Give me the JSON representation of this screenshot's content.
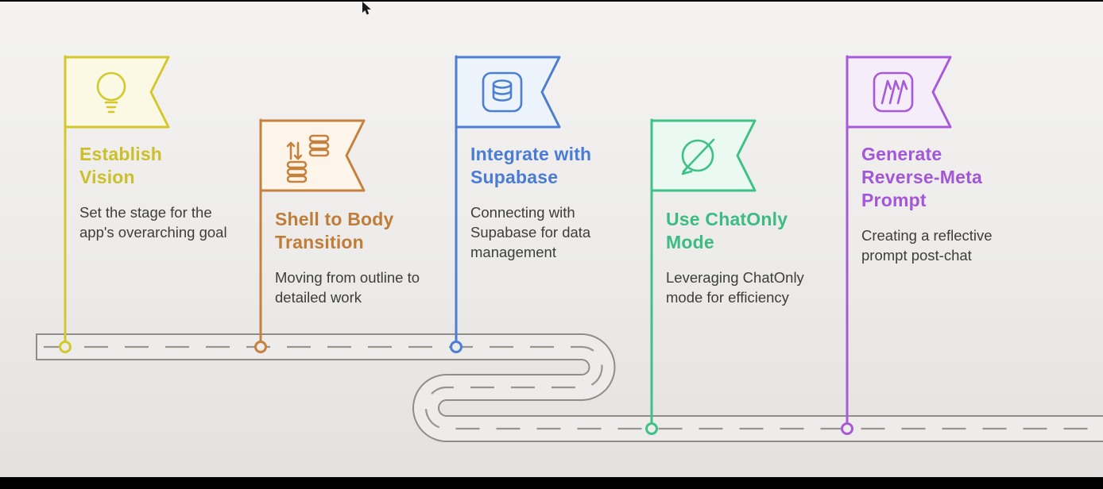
{
  "page": {
    "type": "roadmap-infographic",
    "background_color": "#edecea",
    "road_style": "dashed-centerline"
  },
  "milestones": [
    {
      "title": "Establish Vision",
      "description": "Set the stage for the app's overarching goal",
      "icon": "lightbulb-icon",
      "accent_color": "#d4c82e",
      "marker": "top-road"
    },
    {
      "title": "Shell to Body Transition",
      "description": "Moving from outline to detailed work",
      "icon": "data-transfer-icon",
      "accent_color": "#c5813d",
      "marker": "top-road"
    },
    {
      "title": "Integrate with Supabase",
      "description": "Connecting with Supabase for data management",
      "icon": "database-icon",
      "accent_color": "#4c7ed2",
      "marker": "top-road"
    },
    {
      "title": "Use ChatOnly Mode",
      "description": "Leveraging ChatOnly mode for efficiency",
      "icon": "chat-disabled-icon",
      "accent_color": "#3ec186",
      "marker": "bottom-road"
    },
    {
      "title": "Generate Reverse-Meta Prompt",
      "description": "Creating a reflective prompt post-chat",
      "icon": "reverse-arrows-icon",
      "accent_color": "#a75ad8",
      "marker": "bottom-road"
    }
  ]
}
